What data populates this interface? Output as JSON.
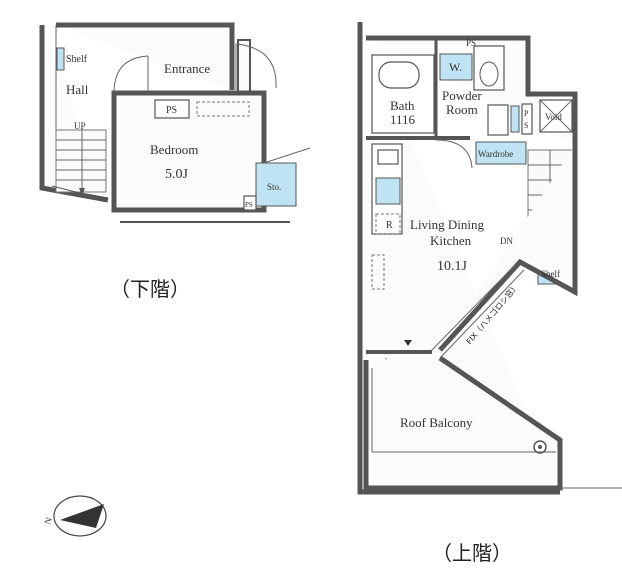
{
  "lower_floor": {
    "caption": "（下階）",
    "rooms": {
      "shelf": "Shelf",
      "hall": "Hall",
      "up": "UP",
      "entrance": "Entrance",
      "ps": "PS",
      "bedroom": "Bedroom",
      "bedroom_size": "5.0J",
      "storage": "Sto.",
      "ps_small": "PS"
    }
  },
  "upper_floor": {
    "caption": "（上階）",
    "rooms": {
      "ps_top": "PS",
      "w": "W.",
      "bath": "Bath",
      "bath_size": "1116",
      "powder_room_1": "Powder",
      "powder_room_2": "Room",
      "p": "P",
      "s": "S",
      "void": "Void",
      "wardrobe": "Wardrobe",
      "r": "R",
      "ldk_1": "Living Dining",
      "ldk_2": "Kitchen",
      "ldk_size": "10.1J",
      "dn": "DN",
      "shelf": "Shelf",
      "fix": "FIX（ハメゴロシ窓）",
      "roof_balcony": "Roof Balcony"
    }
  },
  "compass": {
    "label": "N"
  }
}
